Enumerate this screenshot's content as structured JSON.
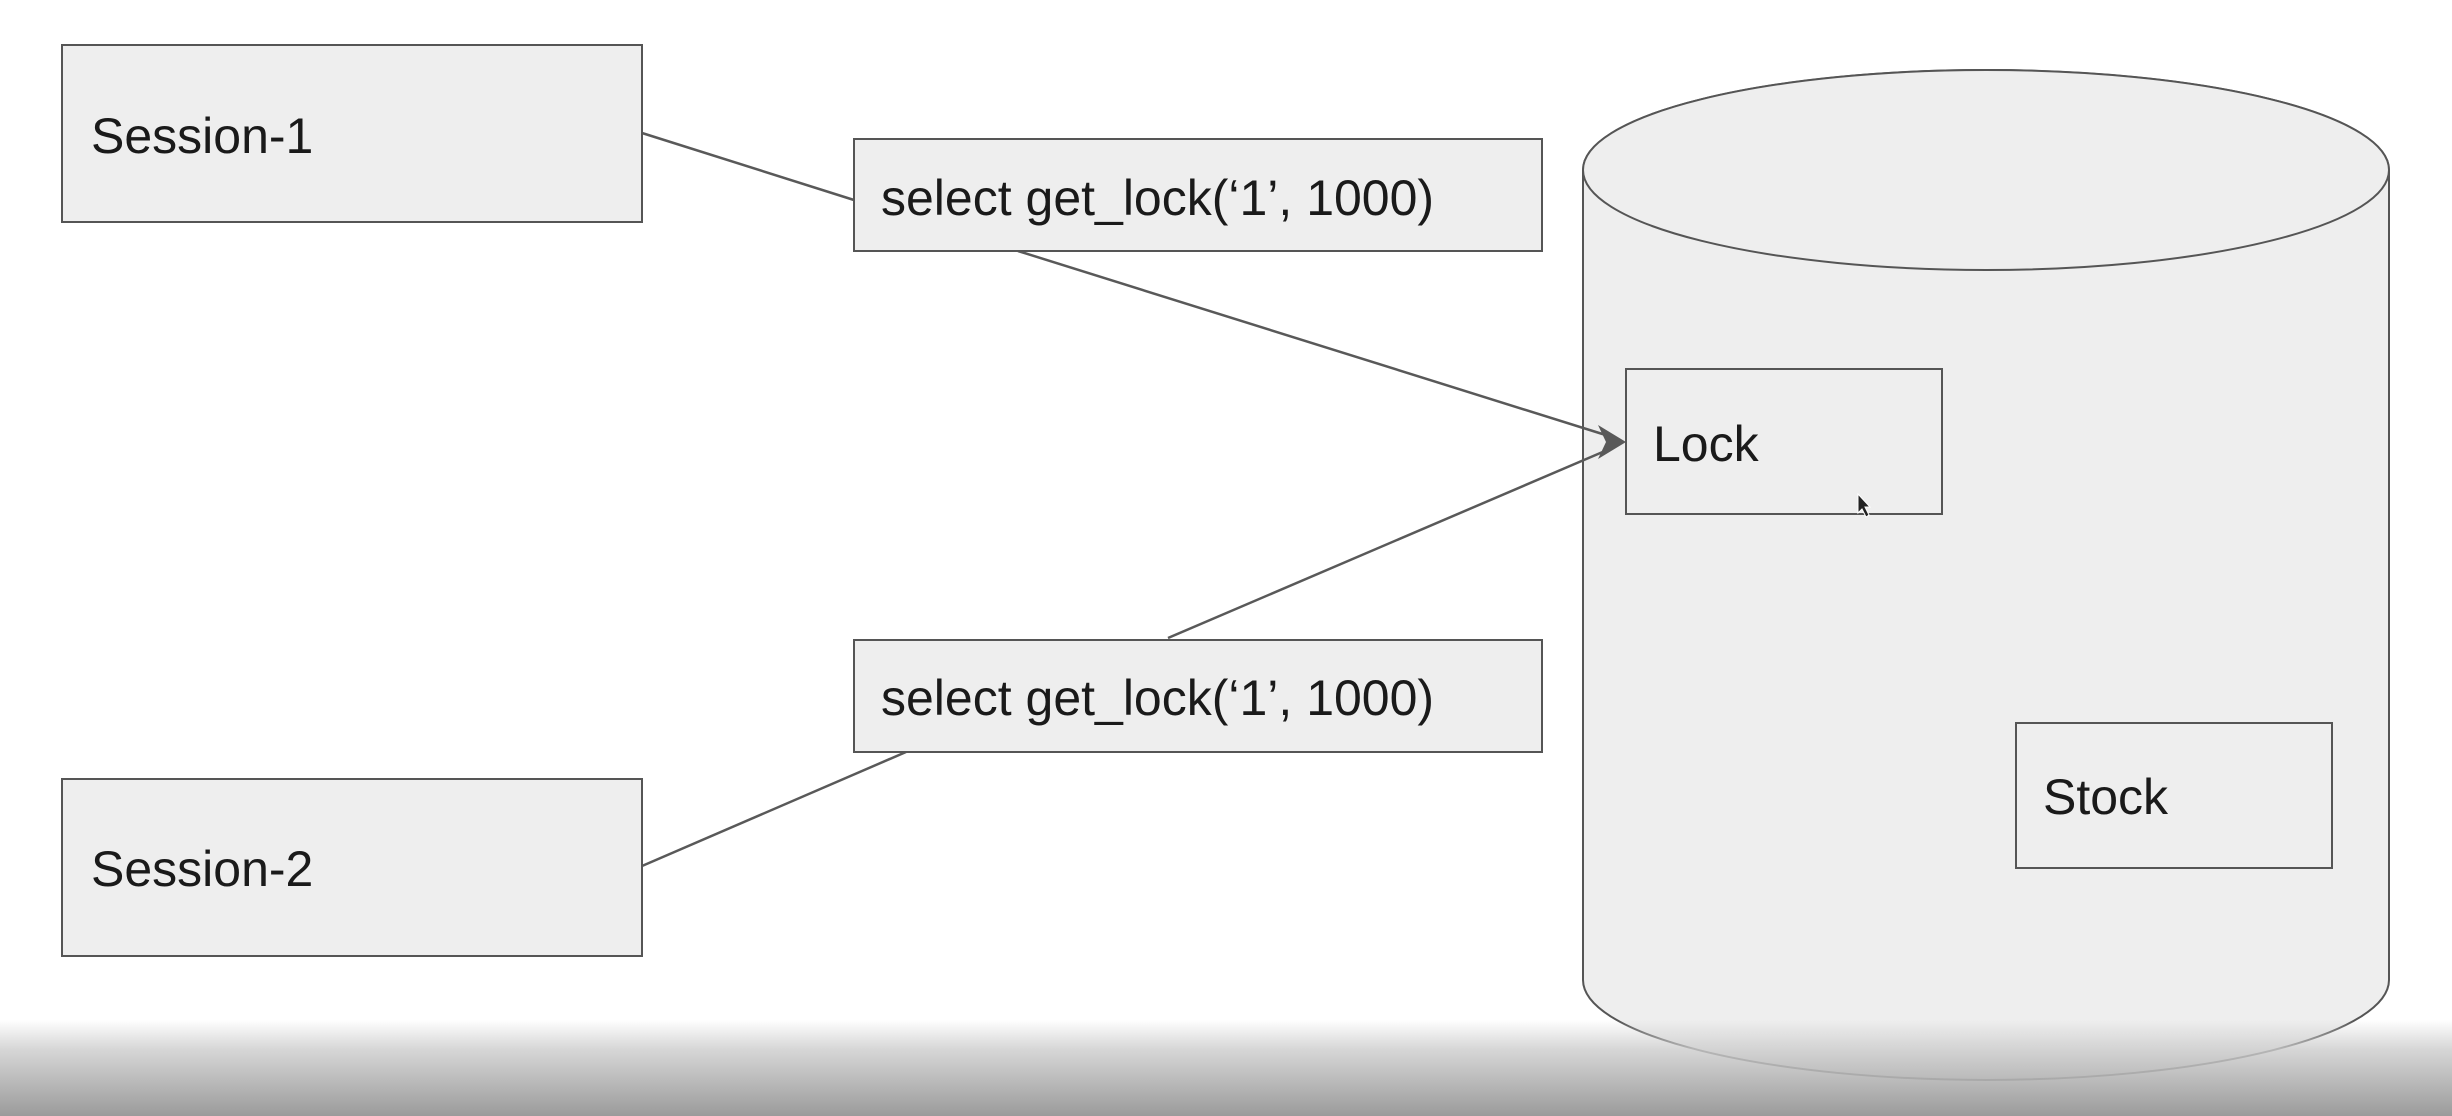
{
  "diagram": {
    "session1": {
      "label": "Session-1"
    },
    "session2": {
      "label": "Session-2"
    },
    "query1": {
      "label": "select get_lock(‘1’, 1000)"
    },
    "query2": {
      "label": "select get_lock(‘1’, 1000)"
    },
    "database": {
      "lock": {
        "label": "Lock"
      },
      "stock": {
        "label": "Stock"
      }
    }
  },
  "colors": {
    "box_fill": "#eeeeee",
    "box_stroke": "#555555",
    "connector": "#595959",
    "arrowhead": "#595959"
  },
  "icons": {
    "cursor": "mouse-pointer-icon"
  }
}
